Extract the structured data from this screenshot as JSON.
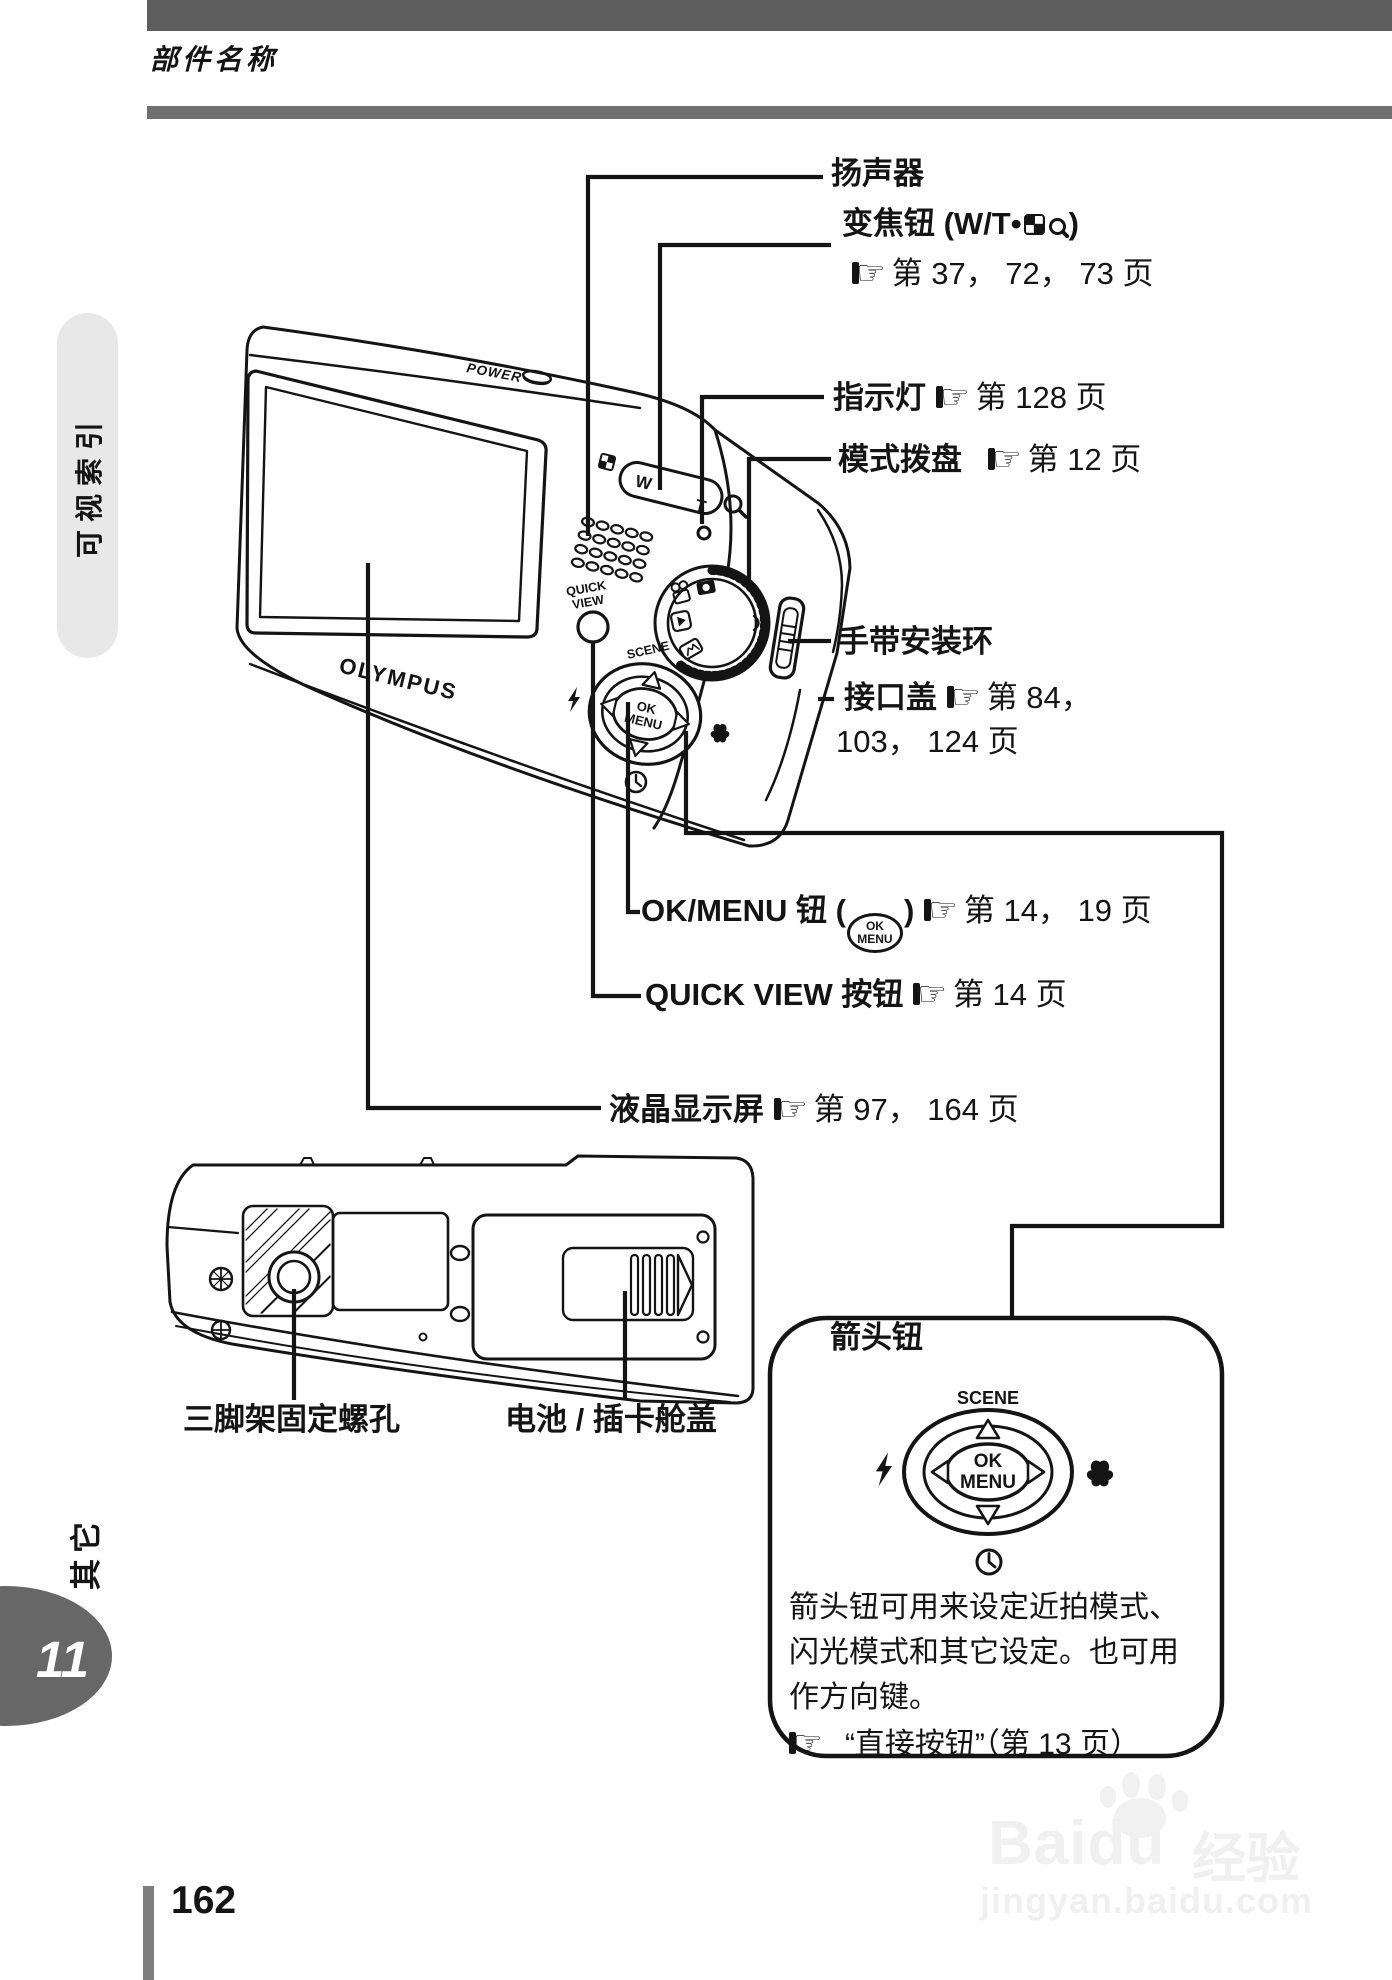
{
  "header": {
    "title": "部件名称"
  },
  "sidebar": {
    "tab": "可视索引"
  },
  "icons": {
    "ref": "☞"
  },
  "camera_back": {
    "power": "POWER",
    "logo": "OLYMPUS",
    "zoom_w": "W",
    "zoom_t": "T",
    "quick_line1": "QUICK",
    "quick_line2": "VIEW",
    "scene": "SCENE",
    "ok": "OK",
    "menu": "MENU"
  },
  "callouts": {
    "speaker": {
      "label": "扬声器"
    },
    "zoom": {
      "label_prefix": "变焦钮 (W/T•",
      "label_suffix": ")",
      "ref": "第 37， 72， 73 页"
    },
    "indicator": {
      "label": "指示灯",
      "ref": "第 128 页"
    },
    "mode_dial": {
      "label": "模式拨盘",
      "ref": "第 12 页"
    },
    "strap": {
      "label": "手带安装环"
    },
    "connector": {
      "label": "接口盖",
      "ref": "第 84，",
      "ref_line2": "103， 124 页"
    },
    "ok_menu": {
      "label_prefix": "OK/MENU 钮 (",
      "ok": "OK",
      "menu": "MENU",
      "label_suffix": ")",
      "ref": "第 14， 19 页"
    },
    "quick_view": {
      "label": "QUICK VIEW 按钮",
      "ref": "第 14 页"
    },
    "lcd": {
      "label": "液晶显示屏",
      "ref": "第 97， 164 页"
    },
    "tripod": {
      "label": "三脚架固定螺孔"
    },
    "battery": {
      "label": "电池 / 插卡舱盖"
    }
  },
  "arrow_box": {
    "title": "箭头钮",
    "scene": "SCENE",
    "ok": "OK",
    "menu": "MENU",
    "lines": [
      "箭头钮可用来设定近拍模式、",
      "闪光模式和其它设定。也可用",
      "作方向键。"
    ],
    "ref_text": "“直接按钮”（第 13 页）"
  },
  "footer": {
    "chapter_tab": "其它",
    "chapter_number": "11",
    "page_number": "162"
  },
  "watermark": {
    "brand": "Baidu",
    "brand_suffix": "经验",
    "url": "jingyan.baidu.com"
  },
  "colors": {
    "bar-dark": "#5e5e5e",
    "bar-mid": "#707070",
    "pill-bg": "#e8e8e8",
    "ink": "#141414",
    "chapter-bg": "#676767",
    "watermark": "#f0f0f0"
  }
}
